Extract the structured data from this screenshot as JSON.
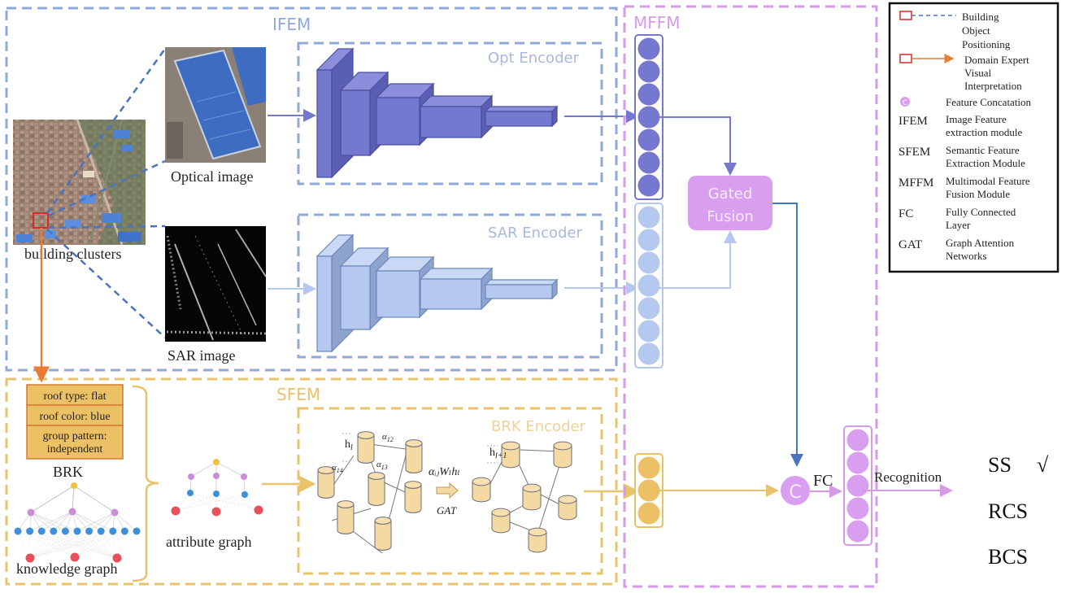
{
  "colors": {
    "ifem": "#8fa9d8",
    "sfem": "#e8c36c",
    "mffm": "#d59be8",
    "opt_block": "#7478cf",
    "opt_block_dark": "#5b5fb3",
    "sar_block": "#b5c8ef",
    "sar_block_dark": "#8fa3cf",
    "gated": "#d99ef0",
    "orange": "#e87b35",
    "red": "#d42a2a",
    "cylinder": "#f5d9a3",
    "brk_cell": "#ecc064"
  },
  "modules": {
    "ifem": {
      "title": "IFEM"
    },
    "sfem": {
      "title": "SFEM"
    },
    "mffm": {
      "title": "MFFM"
    }
  },
  "encoders": {
    "opt": "Opt Encoder",
    "sar": "SAR Encoder",
    "brk": "BRK Encoder"
  },
  "images": {
    "building_clusters": "building clusters",
    "optical": "Optical image",
    "sar": "SAR image"
  },
  "brk": {
    "rows": [
      "roof type: flat",
      "roof color: blue",
      "group pattern:",
      "independent"
    ],
    "label": "BRK"
  },
  "graphs": {
    "knowledge": "knowledge graph",
    "attribute": "attribute graph"
  },
  "gat": {
    "h_l": "h",
    "h_l_sub": "l",
    "h_l1_sub": "l+1",
    "a12": "α",
    "a12_sub": "12",
    "a13_sub": "13",
    "a14_sub": "14",
    "formula": "αᵢⱼWₗhₗ",
    "arrow_label": "GAT"
  },
  "fusion": {
    "gated_line1": "Gated",
    "gated_line2": "Fusion",
    "concat_symbol": "C",
    "fc_label": "FC",
    "recognition_label": "Recognition"
  },
  "outputs": {
    "items": [
      "SS",
      "RCS",
      "BCS"
    ],
    "selected_mark": "√"
  },
  "legend": {
    "items": [
      {
        "key": "",
        "text": [
          "Building",
          "Object",
          "Positioning"
        ]
      },
      {
        "key": "",
        "text": [
          "Domain Expert",
          "Visual",
          "Interpretation"
        ]
      },
      {
        "key": "C",
        "text": [
          "Feature Concatation"
        ]
      },
      {
        "key": "IFEM",
        "text": [
          "Image Feature",
          "extraction module"
        ]
      },
      {
        "key": "SFEM",
        "text": [
          "Semantic Feature",
          "Extraction Module"
        ]
      },
      {
        "key": "MFFM",
        "text": [
          "Multimodal Feature",
          "Fusion Module"
        ]
      },
      {
        "key": "FC",
        "text": [
          "Fully Connected",
          "Layer"
        ]
      },
      {
        "key": "GAT",
        "text": [
          "Graph Attention",
          "Networks"
        ]
      }
    ]
  }
}
